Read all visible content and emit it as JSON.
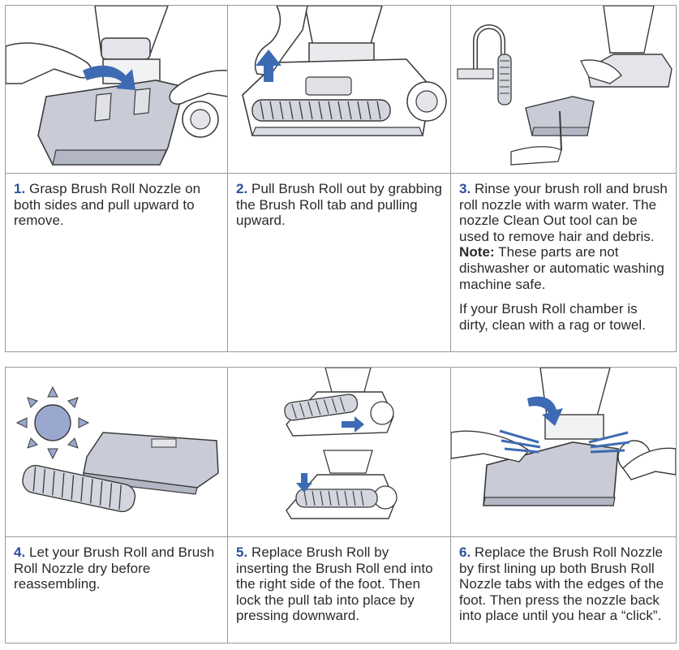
{
  "steps": [
    {
      "num": "1.",
      "text": " Grasp Brush Roll Nozzle on both sides and pull upward to remove."
    },
    {
      "num": "2.",
      "text": " Pull Brush Roll out by grabbing the Brush Roll tab and pulling upward."
    },
    {
      "num": "3.",
      "text": " Rinse your brush roll and brush roll nozzle with warm water. The nozzle Clean Out tool can be used to remove hair and debris. ",
      "note_label": "Note:",
      "note_text": " These parts are not dishwasher or automatic washing machine safe.",
      "extra": "If your Brush Roll chamber is dirty, clean with a rag or towel."
    },
    {
      "num": "4.",
      "text": " Let your Brush Roll and Brush Roll Nozzle dry before reassembling."
    },
    {
      "num": "5.",
      "text": " Replace Brush Roll by inserting the Brush Roll end into the right side of the foot. Then lock the pull tab into place by pressing downward."
    },
    {
      "num": "6.",
      "text": " Replace the Brush Roll Nozzle by first lining up both Brush Roll Nozzle tabs with the edges of the foot. Then press the nozzle back into place until you hear a “click”."
    }
  ],
  "colors": {
    "accent": "#2a4f9a",
    "arrow": "#3d6bb3",
    "part_fill": "#c9ccd6",
    "line": "#3a3a3a",
    "sun": "#9aa8cf"
  },
  "icons": [
    "arrow-icon",
    "sun-icon"
  ]
}
